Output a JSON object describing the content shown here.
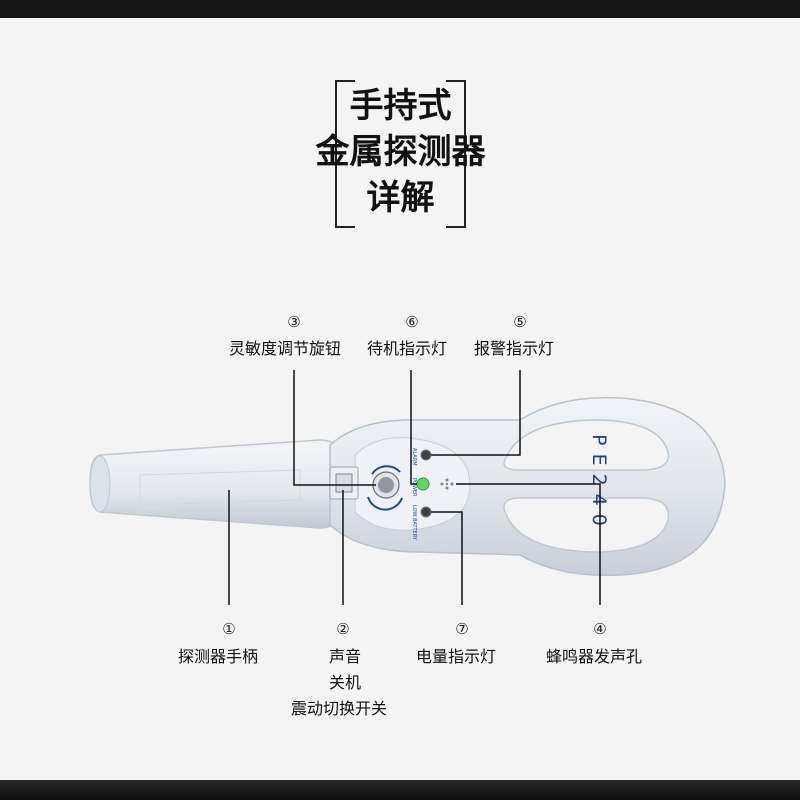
{
  "title": {
    "line1": "手持式",
    "line2": "金属探测器",
    "line3": "详解"
  },
  "model_text": "PE240",
  "device_small_text": {
    "alarm": "ALARM",
    "power": "POWER",
    "low_battery": "LOW BATTERY"
  },
  "callouts": [
    {
      "num": "③",
      "label": "灵敏度调节旋钮"
    },
    {
      "num": "⑥",
      "label": "待机指示灯"
    },
    {
      "num": "⑤",
      "label": "报警指示灯"
    },
    {
      "num": "①",
      "label": "探测器手柄"
    },
    {
      "num": "②",
      "label": "声音",
      "label2": "关机",
      "label3": "震动切换开关"
    },
    {
      "num": "⑦",
      "label": "电量指示灯"
    },
    {
      "num": "④",
      "label": "蜂鸣器发声孔"
    }
  ],
  "colors": {
    "device_body": "#e4e8ee",
    "device_outline": "#b9c0cb",
    "model_text": "#1f3f93",
    "standby_led": "#5fd95f",
    "leader_line": "#111111"
  }
}
